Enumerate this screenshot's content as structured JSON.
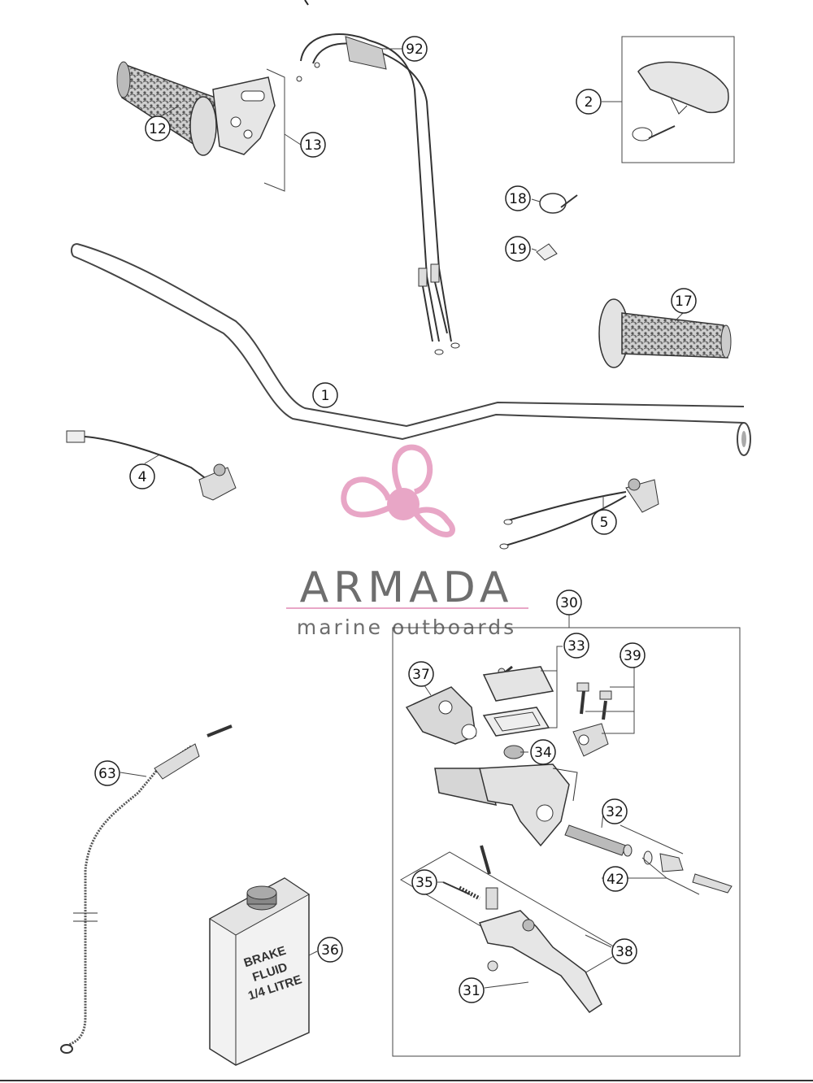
{
  "logo": {
    "word": "ARMADA",
    "subtitle": "marine outboards",
    "accent_color": "#e8a6c6",
    "text_color": "#6e6e6e"
  },
  "can_label": [
    "BRAKE",
    "FLUID",
    "1/4 LITRE"
  ],
  "callouts": {
    "c1": "1",
    "c2": "2",
    "c4": "4",
    "c5": "5",
    "c12": "12",
    "c13": "13",
    "c17": "17",
    "c18": "18",
    "c19": "19",
    "c30": "30",
    "c31": "31",
    "c32": "32",
    "c33": "33",
    "c34": "34",
    "c35": "35",
    "c36": "36",
    "c37": "37",
    "c38": "38",
    "c39": "39",
    "c42": "42",
    "c63": "63",
    "c92": "92"
  }
}
